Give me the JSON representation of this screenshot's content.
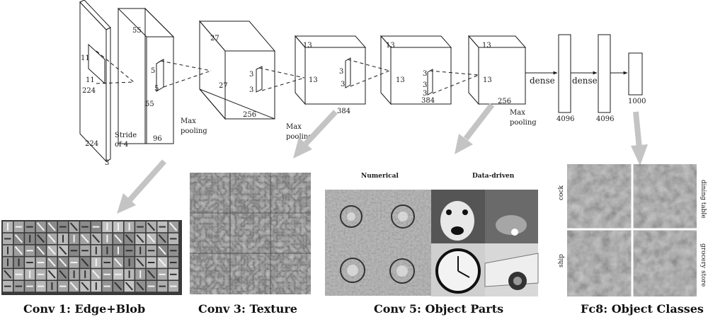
{
  "network": {
    "input": {
      "dim_h": "11",
      "dim_w": "11",
      "size_top": "224",
      "size_bottom": "224",
      "depth": "3"
    },
    "conv1": {
      "size": "55",
      "size_side": "55",
      "kernel_h": "5",
      "kernel_w": "5",
      "depth": "96",
      "stride": [
        "Stride",
        "of 4"
      ]
    },
    "pool1": [
      "Max",
      "pooling"
    ],
    "conv2": {
      "size": "27",
      "size_side": "27",
      "depth": "256"
    },
    "pool2": [
      "Max",
      "pooling"
    ],
    "conv3": {
      "size": "13",
      "size_side": "13",
      "kernel_h": "3",
      "kernel_w": "3",
      "depth": "384"
    },
    "conv4": {
      "size": "13",
      "size_side": "13",
      "kernel_h": "3",
      "kernel_w": "3",
      "depth": "384"
    },
    "conv5": {
      "size": "13",
      "size_side": "13",
      "depth": "256"
    },
    "pool3": [
      "Max",
      "pooling"
    ],
    "dense1": {
      "label": "dense",
      "units": "4096"
    },
    "dense2": {
      "label": "dense",
      "units": "4096"
    },
    "output": {
      "units": "1000"
    },
    "side_labels": {
      "c2": "3",
      "c3a": "3",
      "c3b": "3",
      "c4a": "3",
      "c4b": "3"
    }
  },
  "panels": {
    "conv1": {
      "caption": "Conv 1: Edge+Blob"
    },
    "conv3": {
      "caption": "Conv 3: Texture"
    },
    "conv5": {
      "caption": "Conv 5: Object Parts",
      "header_left": "Numerical",
      "header_right": "Data-driven"
    },
    "fc8": {
      "caption": "Fc8: Object Classes",
      "labels": [
        "cock",
        "dining table",
        "ship",
        "grocery store"
      ]
    }
  },
  "colors": {
    "arrow": "#c4c4c4",
    "line": "#1a1a1a",
    "panel_gray": "#9a9a9a"
  }
}
